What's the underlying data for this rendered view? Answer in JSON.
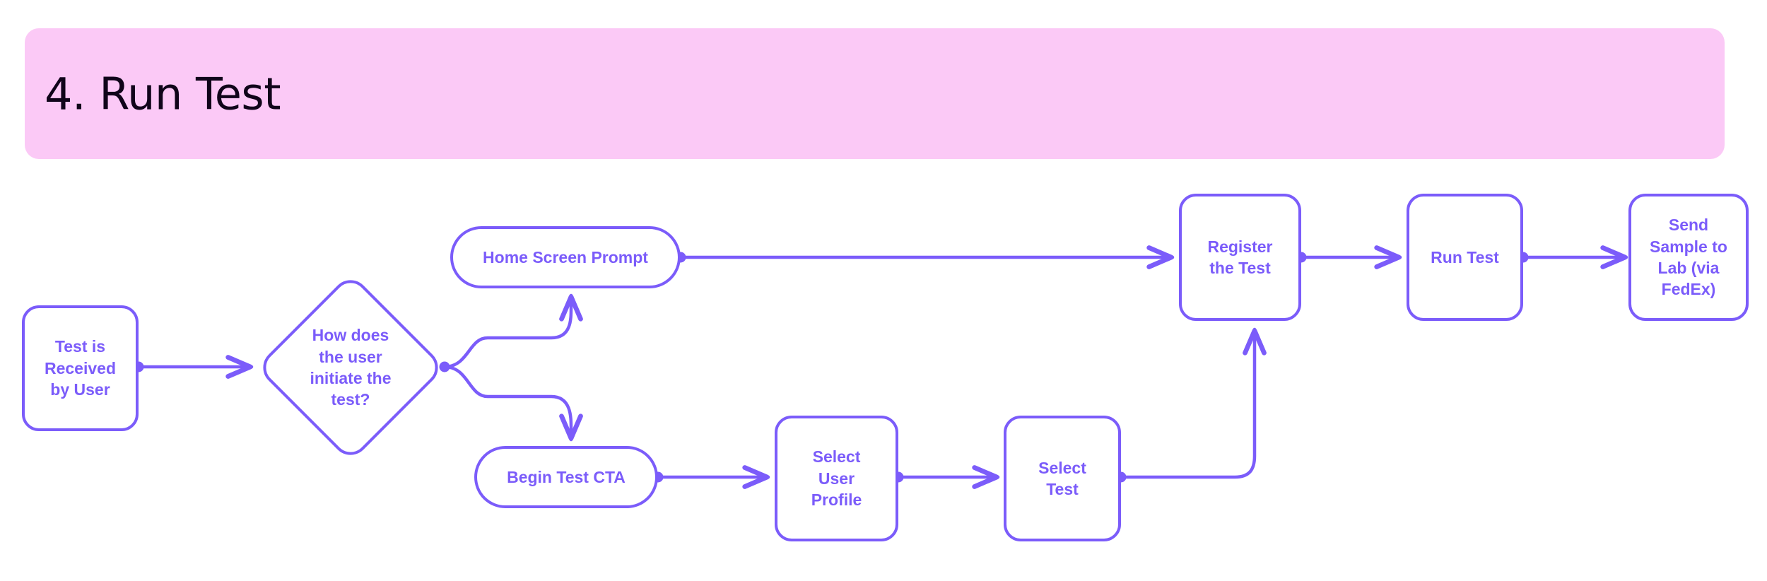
{
  "banner": {
    "title": "4. Run Test",
    "background_color": "#fbc9f6",
    "text_color": "#10041a"
  },
  "theme": {
    "stroke_color": "#7b5cfa",
    "node_fill": "#ffffff",
    "page_background": "#ffffff"
  },
  "diagram": {
    "type": "flowchart",
    "orientation": "left-to-right",
    "nodes": [
      {
        "id": "test-received",
        "label": "Test is\nReceived\nby User",
        "shape": "rounded-rect"
      },
      {
        "id": "how-initiate",
        "label": "How does\nthe user\ninitiate the\ntest?",
        "shape": "diamond"
      },
      {
        "id": "home-prompt",
        "label": "Home Screen Prompt",
        "shape": "pill"
      },
      {
        "id": "begin-cta",
        "label": "Begin Test CTA",
        "shape": "pill"
      },
      {
        "id": "select-profile",
        "label": "Select\nUser\nProfile",
        "shape": "rounded-rect"
      },
      {
        "id": "select-test",
        "label": "Select\nTest",
        "shape": "rounded-rect"
      },
      {
        "id": "register-test",
        "label": "Register\nthe Test",
        "shape": "rounded-rect"
      },
      {
        "id": "run-test",
        "label": "Run Test",
        "shape": "rounded-rect"
      },
      {
        "id": "send-sample",
        "label": "Send\nSample to\nLab (via\nFedEx)",
        "shape": "rounded-rect"
      }
    ],
    "edges": [
      {
        "from": "test-received",
        "to": "how-initiate"
      },
      {
        "from": "how-initiate",
        "to": "home-prompt"
      },
      {
        "from": "how-initiate",
        "to": "begin-cta"
      },
      {
        "from": "home-prompt",
        "to": "register-test"
      },
      {
        "from": "begin-cta",
        "to": "select-profile"
      },
      {
        "from": "select-profile",
        "to": "select-test"
      },
      {
        "from": "select-test",
        "to": "register-test"
      },
      {
        "from": "register-test",
        "to": "run-test"
      },
      {
        "from": "run-test",
        "to": "send-sample"
      }
    ]
  }
}
